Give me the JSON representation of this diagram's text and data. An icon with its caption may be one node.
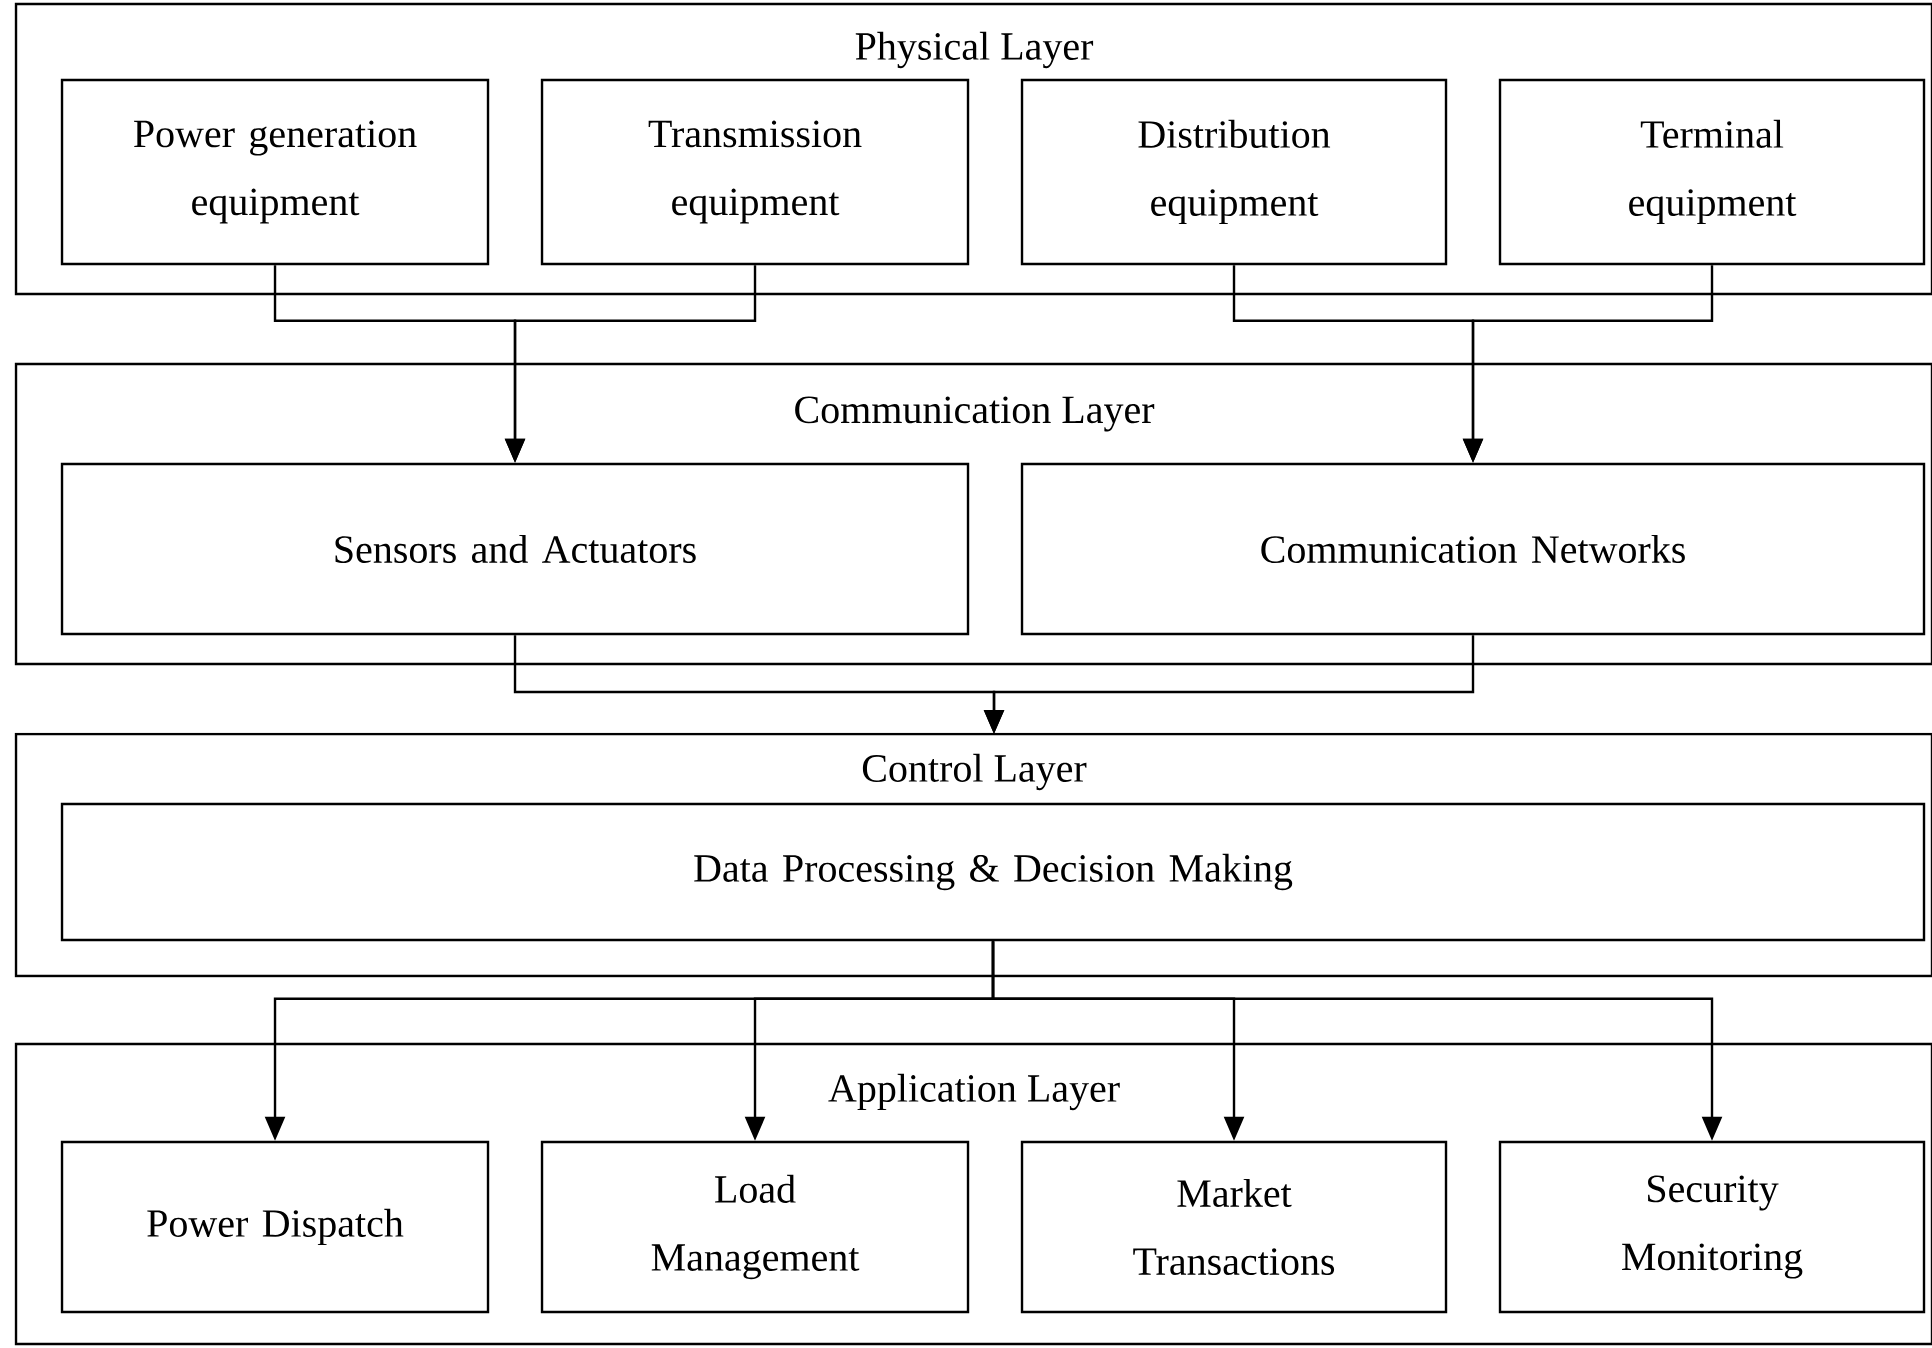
{
  "diagram": {
    "nodes": [
      {
        "text": [
          "Physical Layer"
        ]
      },
      {
        "text": [
          "Power generation equipment"
        ],
        "in": 0
      },
      {
        "text": [
          "Transmission equipment"
        ],
        "in": 0
      },
      {
        "text": [
          "Distribution equipment"
        ],
        "in": 0
      },
      {
        "text": [
          "Terminal equipment"
        ],
        "in": 0
      },
      {
        "text": [
          "Communication Layer"
        ]
      },
      {
        "text": [
          "Sensors and Actuators"
        ],
        "in": 5
      },
      {
        "text": [
          "Communication Networks"
        ],
        "in": 5
      },
      {
        "text": [
          "Control Layer"
        ]
      },
      {
        "text": [
          "Data Processing & Decision Making"
        ],
        "in": 8
      },
      {
        "text": [
          "Application Layer"
        ]
      },
      {
        "text": [
          "Power Dispatch"
        ],
        "in": 10
      },
      {
        "text": [
          "Load Management"
        ],
        "in": 10
      },
      {
        "text": [
          "Market Transactions"
        ],
        "in": 10
      },
      {
        "text": [
          "Security Monitoring"
        ],
        "in": 10
      }
    ],
    "edges": [
      {
        "from": 1,
        "to": 6,
        "arrow": "to"
      },
      {
        "from": 2,
        "to": 6,
        "arrow": "to"
      },
      {
        "from": 3,
        "to": 7,
        "arrow": "to"
      },
      {
        "from": 4,
        "to": 7,
        "arrow": "to"
      },
      {
        "from": 6,
        "to": 8,
        "arrow": "to"
      },
      {
        "from": 7,
        "to": 8,
        "arrow": "to"
      },
      {
        "from": 9,
        "to": 11,
        "arrow": "to"
      },
      {
        "from": 9,
        "to": 12,
        "arrow": "to"
      },
      {
        "from": 9,
        "to": 13,
        "arrow": "to"
      },
      {
        "from": 9,
        "to": 14,
        "arrow": "to"
      }
    ]
  }
}
